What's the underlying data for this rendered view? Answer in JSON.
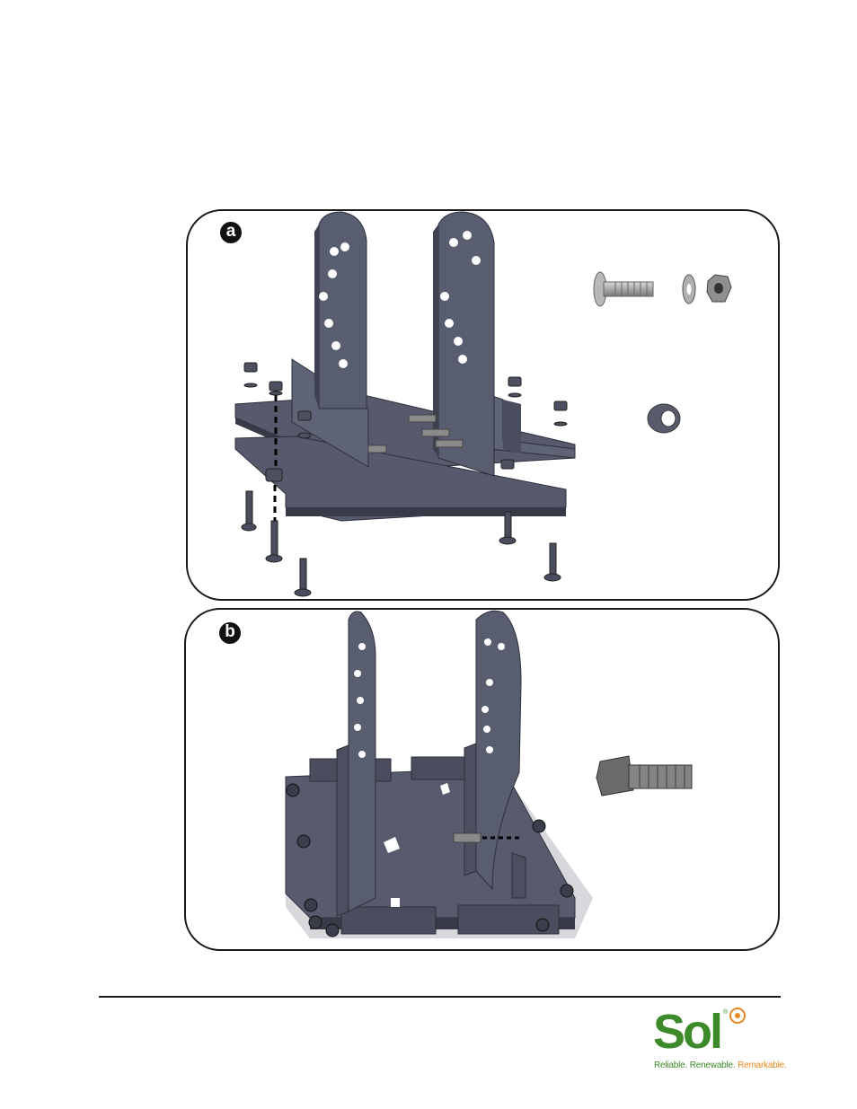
{
  "steps": [
    {
      "label": "a"
    },
    {
      "label": "b"
    }
  ],
  "logo": {
    "name": "Sol",
    "registered": "®",
    "tagline_part1": "Reliable. Renewable. ",
    "tagline_part2": "Remarkable.",
    "colors": {
      "green": "#3d8a2a",
      "orange": "#e8871e"
    }
  },
  "icons": [
    "carriage-bolt-icon",
    "washer-icon",
    "hex-nut-icon",
    "spacer-icon",
    "hex-bolt-icon"
  ]
}
